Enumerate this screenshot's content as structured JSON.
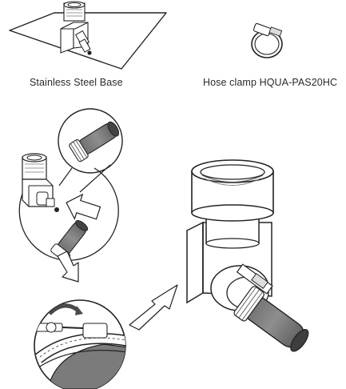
{
  "labels": {
    "base": "Stainless Steel Base",
    "clamp": "Hose clamp HQUA-PAS20HC"
  },
  "icons": [
    "stainless-steel-base-illustration",
    "hose-clamp-illustration",
    "zoom-callout-hose-end",
    "step-arrow",
    "clamp-tightening-callout",
    "assembled-base-with-hose"
  ]
}
